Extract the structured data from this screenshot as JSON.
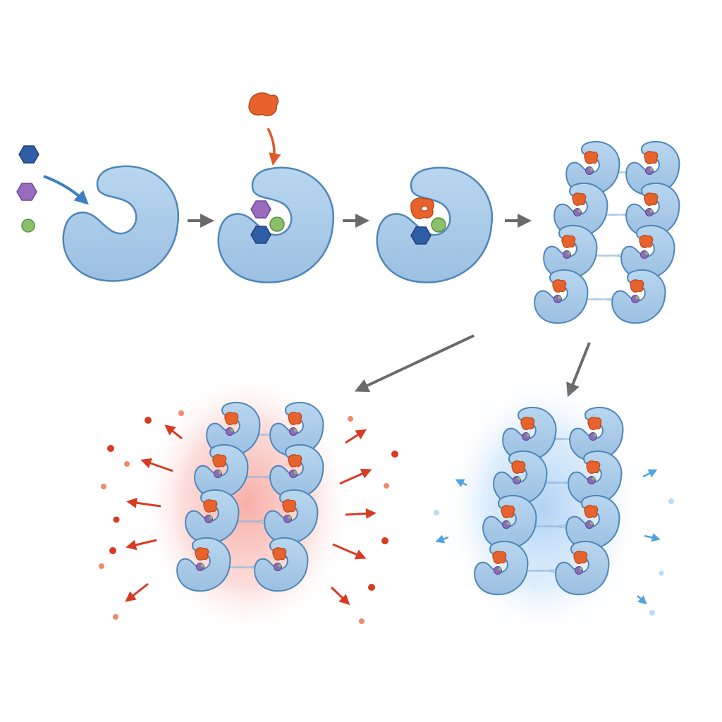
{
  "diagram": {
    "kind": "molecular-assembly-pathway",
    "stages": [
      {
        "id": "free-components",
        "contents": [
          "blue-hexagon",
          "purple-hexagon",
          "green-sphere",
          "protein"
        ]
      },
      {
        "id": "substrate-binding",
        "contents": [
          "protein",
          "purple-hexagon",
          "blue-hexagon",
          "green-sphere",
          "incoming-orange-cofactor"
        ]
      },
      {
        "id": "cofactor-bound-complex",
        "contents": [
          "protein",
          "orange-cofactor",
          "blue-hexagon",
          "green-sphere"
        ]
      },
      {
        "id": "assembled-double-column",
        "units_per_column": 4,
        "columns": 2
      },
      {
        "id": "heat-release-state",
        "glow": "red",
        "released_particle": "red-dot"
      },
      {
        "id": "cool-state",
        "glow": "blue",
        "released_particle": "light-blue-dot"
      }
    ],
    "colors": {
      "protein": "#a9cbe8",
      "protein_edge": "#4f86b8",
      "blue_hexagon": "#2f5ea6",
      "purple_hexagon": "#9a6cc0",
      "green_sphere": "#8bc06a",
      "orange_cofactor": "#e8632c",
      "process_arrow": "#6a6a6a",
      "blue_arrow": "#3d7fc1",
      "orange_arrow": "#e0582a",
      "hot_glow": "#f26b5f",
      "hot_particle": "#d93a22",
      "cold_glow": "#5fa6ea",
      "cold_particle": "#b9dcf4"
    },
    "icons": [
      "blue-hexagon-icon",
      "purple-hexagon-icon",
      "green-sphere-icon",
      "orange-cofactor-icon",
      "protein-icon",
      "arrow-icon"
    ]
  }
}
